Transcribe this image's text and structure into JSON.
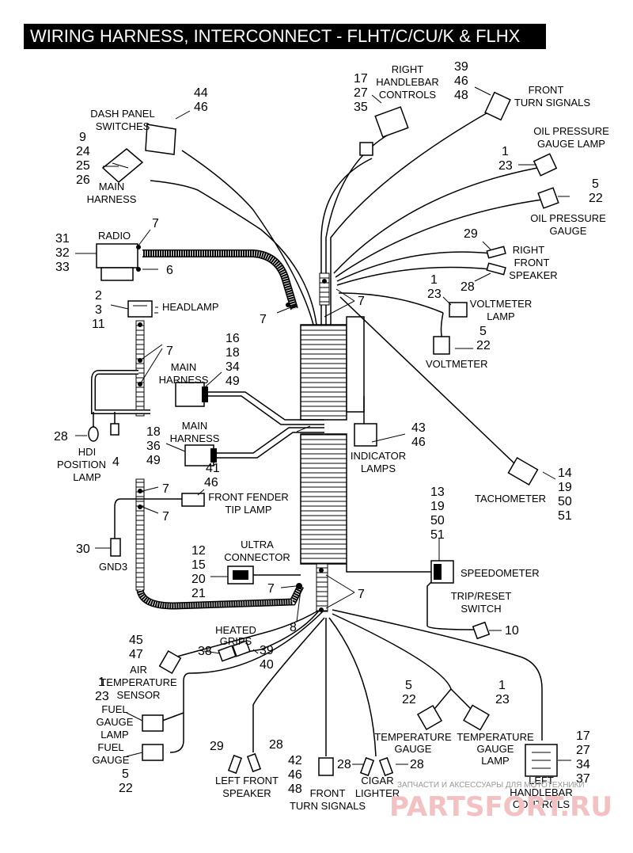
{
  "title": "WIRING HARNESS, INTERCONNECT - FLHT/C/CU/K & FLHX",
  "watermark": {
    "caption": "ЗАПЧАСТИ И АКСЕССУАРЫ ДЛЯ МОТОТЕХНИКИ",
    "brand": "PARTSFORT.RU"
  },
  "labels": {
    "dash_panel": [
      "DASH PANEL",
      "SWITCHES"
    ],
    "main_harness_top": [
      "MAIN",
      "HARNESS"
    ],
    "radio": "RADIO",
    "headlamp": "HEADLAMP",
    "main_harness_1": [
      "MAIN",
      "HARNESS"
    ],
    "main_harness_2": [
      "MAIN",
      "HARNESS"
    ],
    "hdi_lamp": [
      "HDI",
      "POSITION",
      "LAMP"
    ],
    "front_fender": [
      "FRONT FENDER",
      "TIP LAMP"
    ],
    "gnd3": "GND3",
    "ultra_connector": [
      "ULTRA",
      "CONNECTOR"
    ],
    "heated_grips": [
      "HEATED",
      "GRIPS"
    ],
    "air_temp": [
      "AIR",
      "TEMPERATURE",
      "SENSOR"
    ],
    "fuel_gauge_lamp": [
      "FUEL",
      "GAUGE",
      "LAMP"
    ],
    "fuel_gauge": [
      "FUEL",
      "GAUGE"
    ],
    "left_front_speaker": [
      "LEFT FRONT",
      "SPEAKER"
    ],
    "front_turn_bottom": [
      "FRONT",
      "TURN SIGNALS"
    ],
    "cigar_lighter": [
      "CIGAR",
      "LIGHTER"
    ],
    "temp_gauge": [
      "TEMPERATURE",
      "GAUGE"
    ],
    "temp_gauge_lamp": [
      "TEMPERATURE",
      "GAUGE",
      "LAMP"
    ],
    "left_handlebar": [
      "LEFT",
      "HANDLEBAR",
      "CONTROLS"
    ],
    "right_handlebar": [
      "RIGHT",
      "HANDLEBAR",
      "CONTROLS"
    ],
    "front_turn_top": [
      "FRONT",
      "TURN SIGNALS"
    ],
    "oil_pressure_lamp": [
      "OIL PRESSURE",
      "GAUGE LAMP"
    ],
    "oil_pressure_gauge": [
      "OIL PRESSURE",
      "GAUGE"
    ],
    "right_front_speaker": [
      "RIGHT",
      "FRONT",
      "SPEAKER"
    ],
    "voltmeter_lamp": [
      "VOLTMETER",
      "LAMP"
    ],
    "voltmeter": "VOLTMETER",
    "indicator_lamps": [
      "INDICATOR",
      "LAMPS"
    ],
    "tachometer": "TACHOMETER",
    "speedometer": "SPEEDOMETER",
    "trip_reset": [
      "TRIP/RESET",
      "SWITCH"
    ]
  },
  "callouts": {
    "dash_panel": [
      "44",
      "46"
    ],
    "main_harness_top": [
      "9",
      "24",
      "25",
      "26"
    ],
    "radio_clip": "7",
    "radio": [
      "31",
      "32",
      "33"
    ],
    "radio_screw": "6",
    "headlamp": [
      "2",
      "3",
      "11"
    ],
    "clip_left": "7",
    "clip_center_left": "7",
    "clip_center_right": "7",
    "main_harness_1": [
      "16",
      "18",
      "34",
      "49"
    ],
    "main_harness_2": [
      "18",
      "36",
      "49"
    ],
    "hdi_bulb": "28",
    "hdi_socket": "4",
    "front_fender": [
      "41",
      "46"
    ],
    "clip_fender_a": "7",
    "clip_fender_b": "7",
    "gnd3": "30",
    "ultra_connector": [
      "12",
      "15",
      "20",
      "21"
    ],
    "clip_lower_left": "7",
    "clip_lower_right": "7",
    "lower_item": "8",
    "heated_a": "38",
    "heated_b": [
      "39",
      "40"
    ],
    "air_temp": [
      "45",
      "47"
    ],
    "fuel_gauge_lamp": [
      "1",
      "23"
    ],
    "fuel_gauge": [
      "5",
      "22"
    ],
    "left_speaker_a": "29",
    "left_speaker_b": "28",
    "front_turn_bottom": [
      "42",
      "46",
      "48"
    ],
    "cigar_a": "28",
    "cigar_b": "28",
    "temp_gauge": [
      "5",
      "22"
    ],
    "temp_gauge_lamp": [
      "1",
      "23"
    ],
    "left_handlebar": [
      "17",
      "27",
      "34",
      "37"
    ],
    "right_handlebar": [
      "17",
      "27",
      "35"
    ],
    "front_turn_top": [
      "39",
      "46",
      "48"
    ],
    "oil_pressure_lamp": [
      "1",
      "23"
    ],
    "oil_pressure_gauge": [
      "5",
      "22"
    ],
    "right_speaker_a": "29",
    "right_speaker_b": "28",
    "voltmeter_lamp": [
      "1",
      "23"
    ],
    "voltmeter": [
      "5",
      "22"
    ],
    "indicator_lamps": [
      "43",
      "46"
    ],
    "tachometer": [
      "14",
      "19",
      "50",
      "51"
    ],
    "speedometer": [
      "13",
      "19",
      "50",
      "51"
    ],
    "trip_reset": "10"
  }
}
